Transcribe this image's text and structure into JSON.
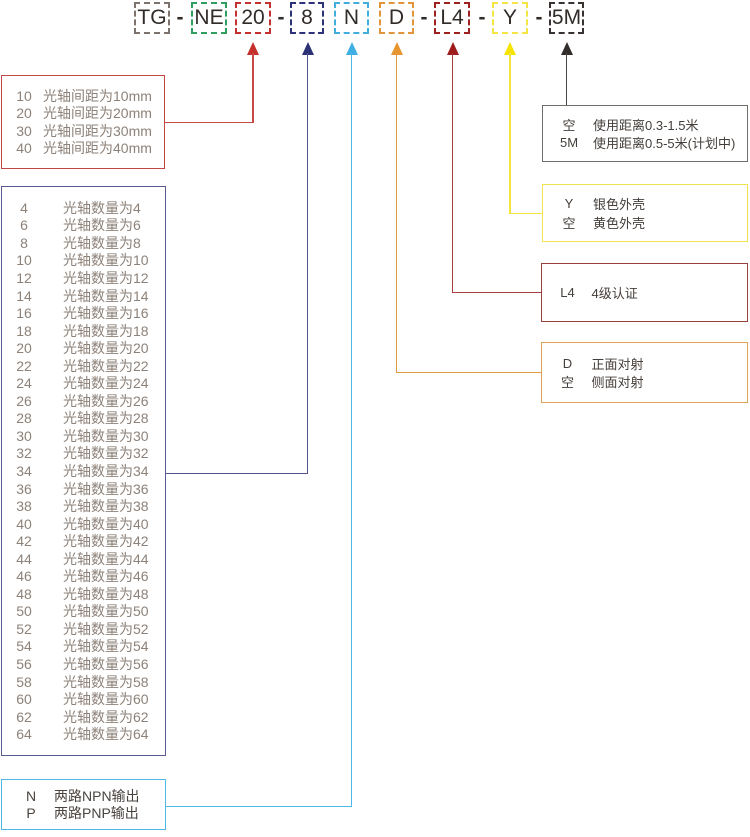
{
  "model": {
    "text_color": "#322c29",
    "segments": [
      {
        "code": "TG",
        "color": "#7e746d"
      },
      {
        "sep": "-"
      },
      {
        "code": "NE",
        "color": "#2f9e5f"
      },
      {
        "code": "20",
        "color": "#c5312e"
      },
      {
        "sep": "-"
      },
      {
        "code": "8",
        "color": "#2e3379"
      },
      {
        "code": "N",
        "color": "#41aede"
      },
      {
        "code": "D",
        "color": "#e2953a"
      },
      {
        "sep": "-"
      },
      {
        "code": "L4",
        "color": "#9e211f"
      },
      {
        "sep": "-"
      },
      {
        "code": "Y",
        "color": "#f4e544"
      },
      {
        "sep": "-"
      },
      {
        "code": "5M",
        "color": "#383330"
      }
    ]
  },
  "connectors": {
    "pitch": {
      "arrow_color": "#c5302d",
      "line_color": "#c74a47"
    },
    "count": {
      "arrow_color": "#2d3277",
      "line_color": "#53548c"
    },
    "output": {
      "arrow_color": "#3fb0e4",
      "line_color": "#4db9e8"
    },
    "facing": {
      "arrow_color": "#e6952f",
      "line_color": "#e29a44"
    },
    "cert": {
      "arrow_color": "#9e1d1c",
      "line_color": "#a03f3c"
    },
    "housing": {
      "arrow_color": "#f6e400",
      "line_color": "#f3e53e"
    },
    "range": {
      "arrow_color": "#332e2c",
      "line_color": "#4a4541"
    }
  },
  "legend": {
    "pitch": {
      "border_color": "#c04543",
      "text_color": "#8d8279",
      "rows": [
        {
          "code": "10",
          "desc": "光轴间距为10mm"
        },
        {
          "code": "20",
          "desc": "光轴间距为20mm"
        },
        {
          "code": "30",
          "desc": "光轴间距为30mm"
        },
        {
          "code": "40",
          "desc": "光轴间距为40mm"
        }
      ]
    },
    "count": {
      "border_color": "#585a92",
      "text_color": "#8d8279",
      "rows": [
        {
          "code": "4",
          "desc": "光轴数量为4"
        },
        {
          "code": "6",
          "desc": "光轴数量为6"
        },
        {
          "code": "8",
          "desc": "光轴数量为8"
        },
        {
          "code": "10",
          "desc": "光轴数量为10"
        },
        {
          "code": "12",
          "desc": "光轴数量为12"
        },
        {
          "code": "14",
          "desc": "光轴数量为14"
        },
        {
          "code": "16",
          "desc": "光轴数量为16"
        },
        {
          "code": "18",
          "desc": "光轴数量为18"
        },
        {
          "code": "20",
          "desc": "光轴数量为20"
        },
        {
          "code": "22",
          "desc": "光轴数量为22"
        },
        {
          "code": "24",
          "desc": "光轴数量为24"
        },
        {
          "code": "26",
          "desc": "光轴数量为26"
        },
        {
          "code": "28",
          "desc": "光轴数量为28"
        },
        {
          "code": "30",
          "desc": "光轴数量为30"
        },
        {
          "code": "32",
          "desc": "光轴数量为32"
        },
        {
          "code": "34",
          "desc": "光轴数量为34"
        },
        {
          "code": "36",
          "desc": "光轴数量为36"
        },
        {
          "code": "38",
          "desc": "光轴数量为38"
        },
        {
          "code": "40",
          "desc": "光轴数量为40"
        },
        {
          "code": "42",
          "desc": "光轴数量为42"
        },
        {
          "code": "44",
          "desc": "光轴数量为44"
        },
        {
          "code": "46",
          "desc": "光轴数量为46"
        },
        {
          "code": "48",
          "desc": "光轴数量为48"
        },
        {
          "code": "50",
          "desc": "光轴数量为50"
        },
        {
          "code": "52",
          "desc": "光轴数量为52"
        },
        {
          "code": "54",
          "desc": "光轴数量为54"
        },
        {
          "code": "56",
          "desc": "光轴数量为56"
        },
        {
          "code": "58",
          "desc": "光轴数量为58"
        },
        {
          "code": "60",
          "desc": "光轴数量为60"
        },
        {
          "code": "62",
          "desc": "光轴数量为62"
        },
        {
          "code": "64",
          "desc": "光轴数量为64"
        }
      ]
    },
    "output": {
      "border_color": "#4fb7e6",
      "text_color": "#4a4440",
      "rows": [
        {
          "code": "N",
          "desc": "两路NPN输出"
        },
        {
          "code": "P",
          "desc": "两路PNP输出"
        }
      ]
    },
    "range": {
      "border_color": "#716d69",
      "text_color": "#443e3a",
      "rows": [
        {
          "code": "空",
          "desc": "使用距离0.3-1.5米"
        },
        {
          "code": "5M",
          "desc": "使用距离0.5-5米(计划中)"
        }
      ]
    },
    "housing": {
      "border_color": "#f2e44e",
      "text_color": "#443e3a",
      "rows": [
        {
          "code": "Y",
          "desc": "银色外壳"
        },
        {
          "code": "空",
          "desc": "黄色外壳"
        }
      ]
    },
    "cert": {
      "border_color": "#9a403d",
      "text_color": "#443e3a",
      "rows": [
        {
          "code": "L4",
          "desc": "4级认证"
        }
      ]
    },
    "facing": {
      "border_color": "#e2a158",
      "text_color": "#443e3a",
      "rows": [
        {
          "code": "D",
          "desc": "正面对射"
        },
        {
          "code": "空",
          "desc": "侧面对射"
        }
      ]
    }
  }
}
